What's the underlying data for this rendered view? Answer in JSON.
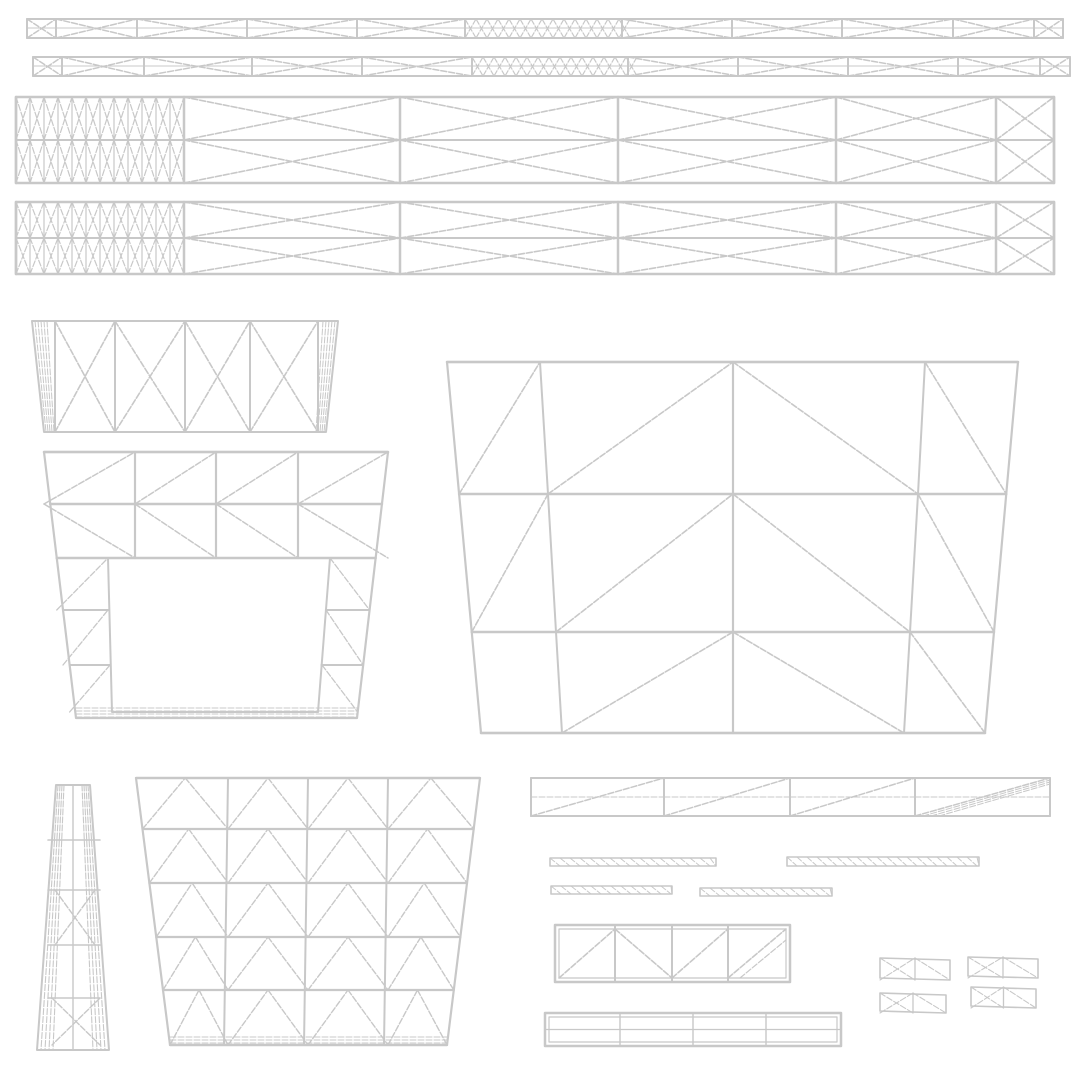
{
  "colors": {
    "background": "#ffffff",
    "wire": "#c8c8c8",
    "wire_dark": "#b4b4b4"
  },
  "islands": [
    {
      "name": "island-top-strip-1"
    },
    {
      "name": "island-top-strip-2"
    },
    {
      "name": "island-long-truss-1"
    },
    {
      "name": "island-long-truss-2"
    },
    {
      "name": "island-small-trapezoid"
    },
    {
      "name": "island-large-trapezoid"
    },
    {
      "name": "island-open-frame-trapezoid"
    },
    {
      "name": "island-narrow-column"
    },
    {
      "name": "island-chevron-panel"
    },
    {
      "name": "island-mid-strip"
    },
    {
      "name": "island-thin-bars"
    },
    {
      "name": "island-small-truss"
    },
    {
      "name": "island-bottom-strip"
    },
    {
      "name": "island-tiny-pieces"
    }
  ]
}
